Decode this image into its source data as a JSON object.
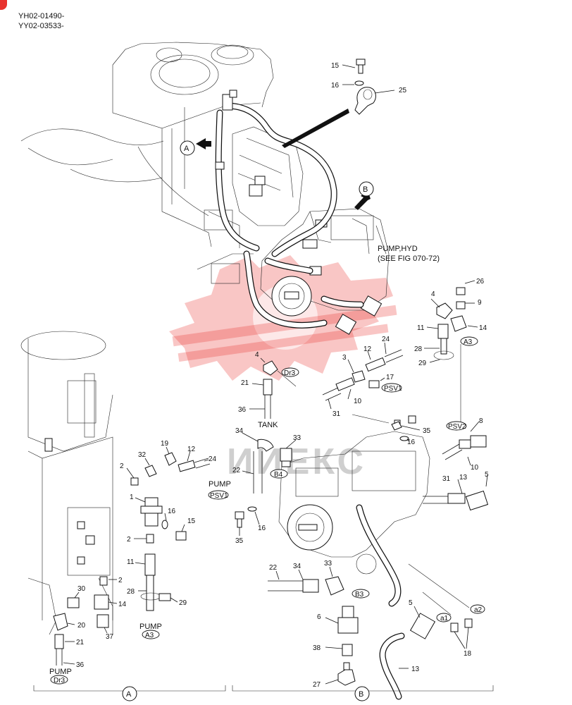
{
  "header": {
    "serial_1": "YH02-01490-",
    "serial_2": "YY02-03533-"
  },
  "view_markers": {
    "a": "A",
    "b": "B"
  },
  "text_labels": {
    "pump_hyd": "PUMP,HYD",
    "see_fig": "(SEE FIG 070-72)",
    "tank": "TANK",
    "pump": "PUMP",
    "watermark": "ИИЕКС"
  },
  "refs": {
    "a3": "A3",
    "dr3": "Dr3",
    "psv1": "PSV1",
    "psv2": "PSV2",
    "b3": "B3",
    "b4": "B4",
    "a1": "a1",
    "a2": "a2"
  },
  "callouts": {
    "c15": "15",
    "c16": "16",
    "c25": "25",
    "c26": "26",
    "c4": "4",
    "c9": "9",
    "c11": "11",
    "c14": "14",
    "c28": "28",
    "c29": "29",
    "c12": "12",
    "c24": "24",
    "c3": "3",
    "c17": "17",
    "c10": "10",
    "c31": "31",
    "c21": "21",
    "c36": "36",
    "c34": "34",
    "c33": "33",
    "c22": "22",
    "c35": "35",
    "c8": "8",
    "c13": "13",
    "c5": "5",
    "c6": "6",
    "c38": "38",
    "c27": "27",
    "c18": "18",
    "c19": "19",
    "c32": "32",
    "c2": "2",
    "c1": "1",
    "c30": "30",
    "c20": "20",
    "c37": "37"
  },
  "colors": {
    "watermark": "#e8322d",
    "line": "#111111",
    "background": "#ffffff"
  }
}
